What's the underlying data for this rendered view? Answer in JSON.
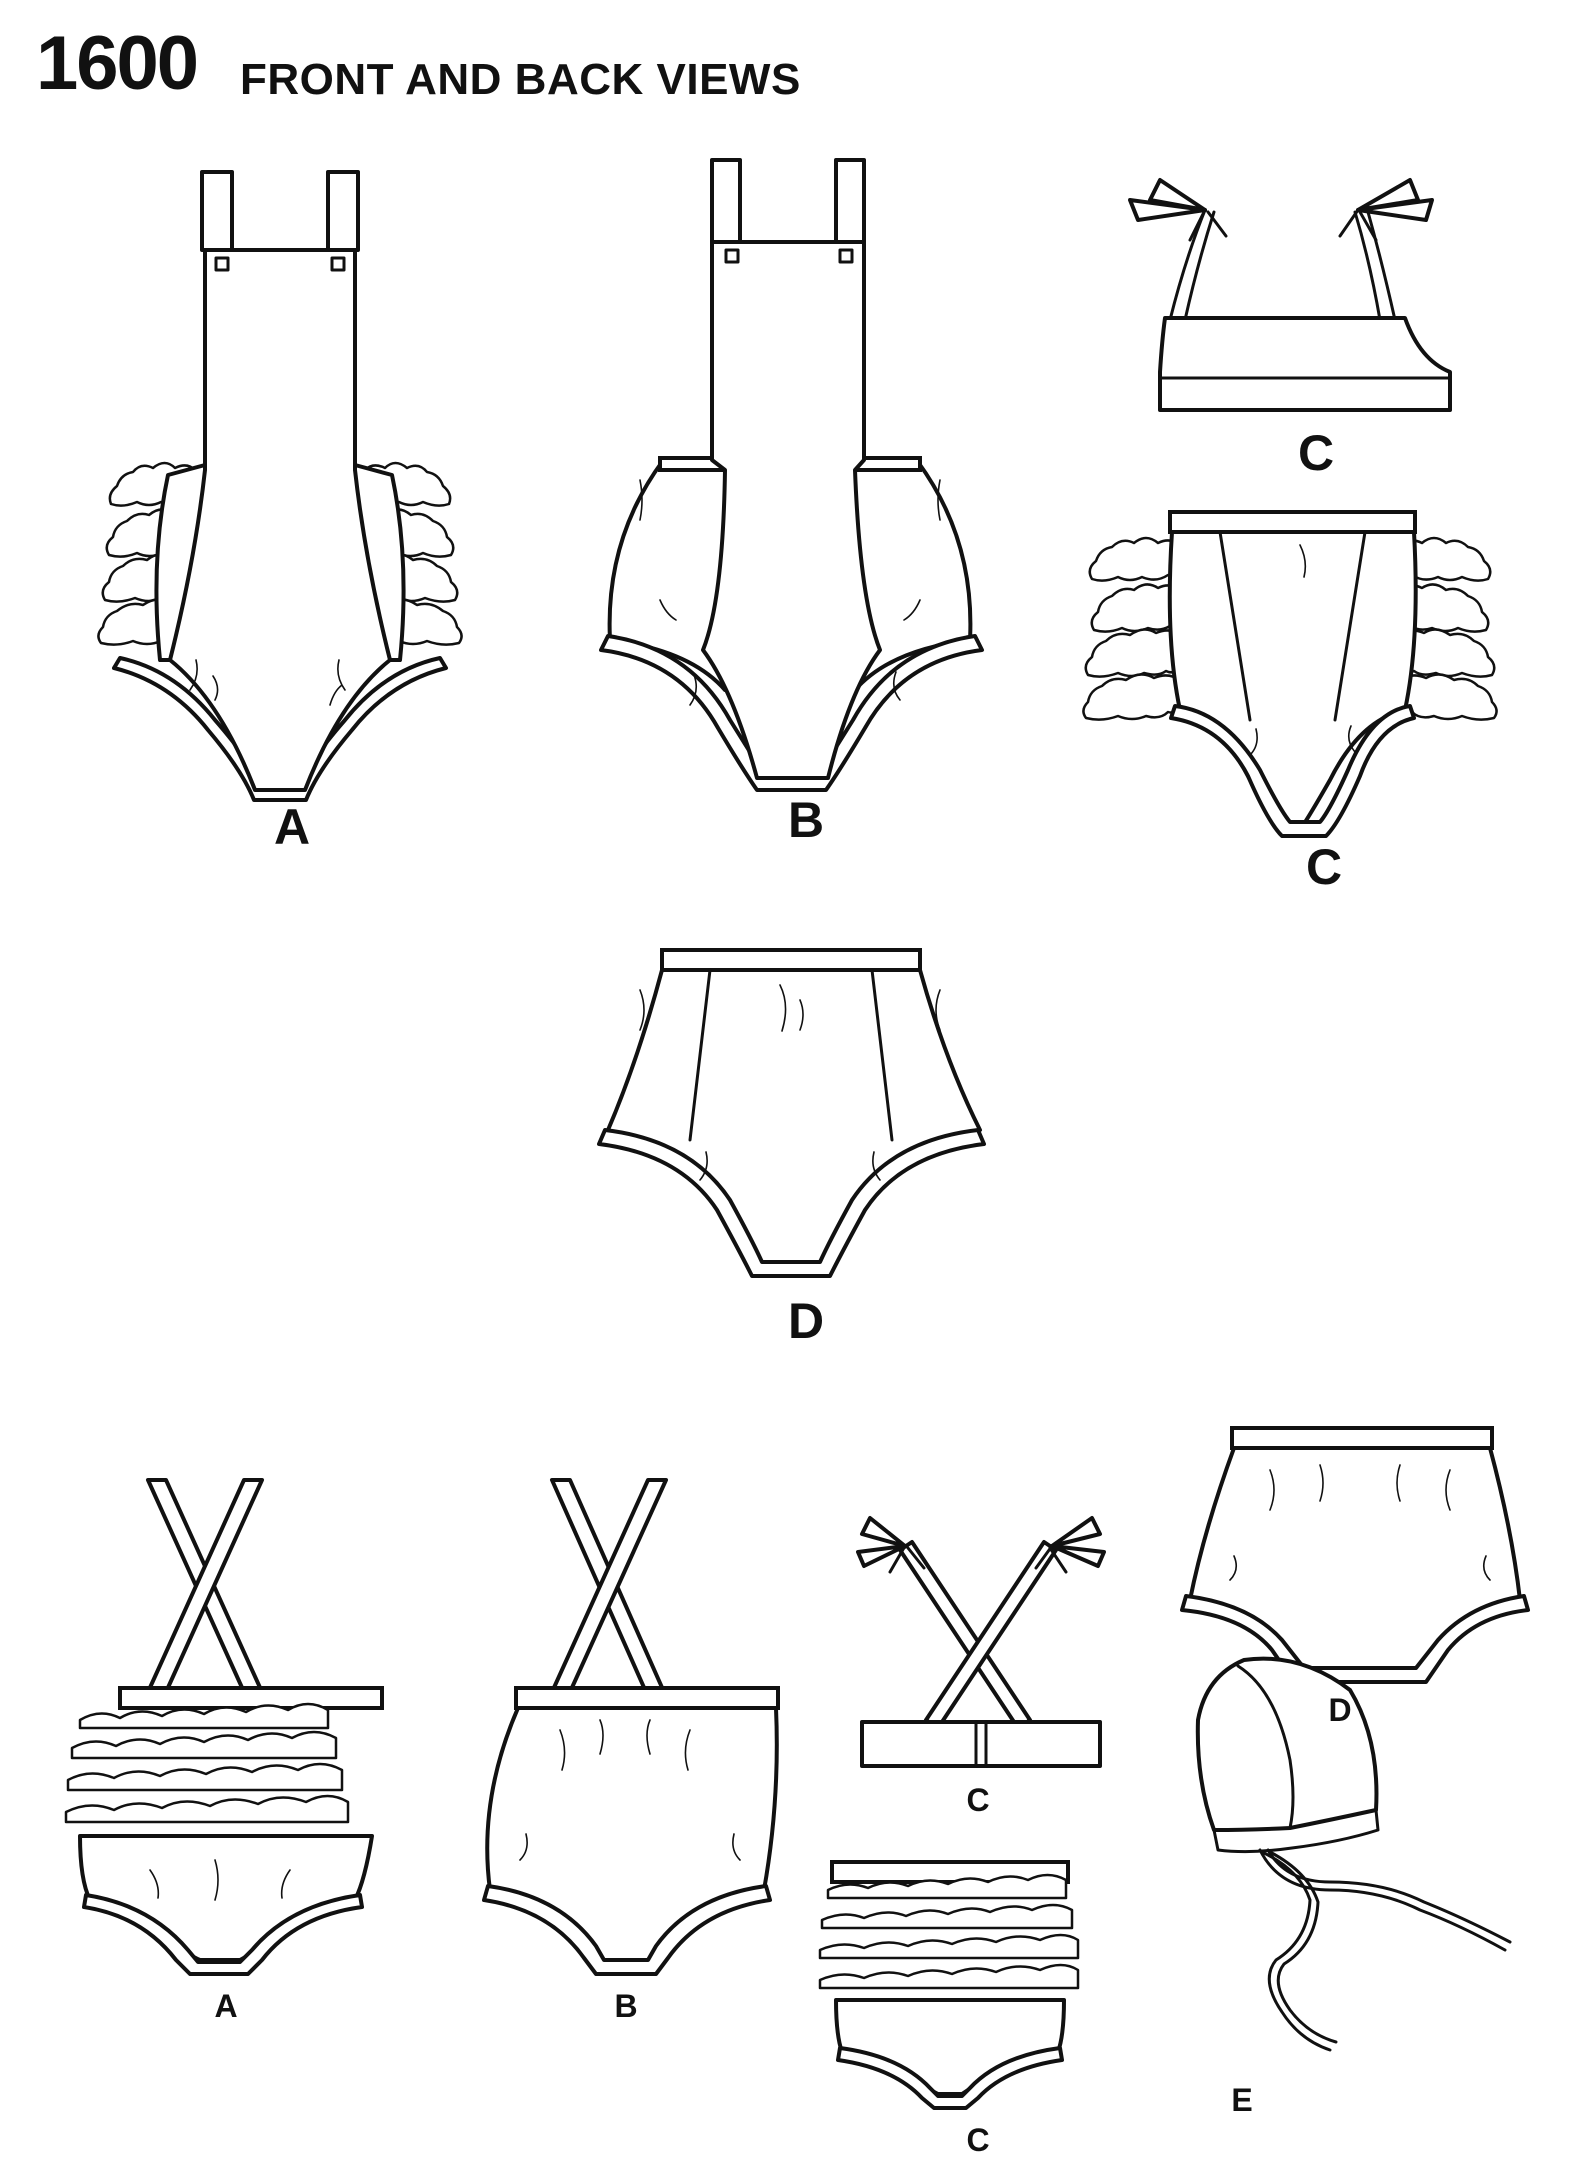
{
  "header": {
    "pattern_number": "1600",
    "title": "FRONT AND BACK VIEWS"
  },
  "front_views": {
    "label_a": "A",
    "label_b": "B",
    "label_c_top": "C",
    "label_c_bottom": "C",
    "label_d": "D"
  },
  "back_views": {
    "label_a": "A",
    "label_b": "B",
    "label_c_top": "C",
    "label_c_bottom": "C",
    "label_d": "D",
    "label_e": "E"
  },
  "colors": {
    "ink": "#111111",
    "paper": "#ffffff"
  }
}
